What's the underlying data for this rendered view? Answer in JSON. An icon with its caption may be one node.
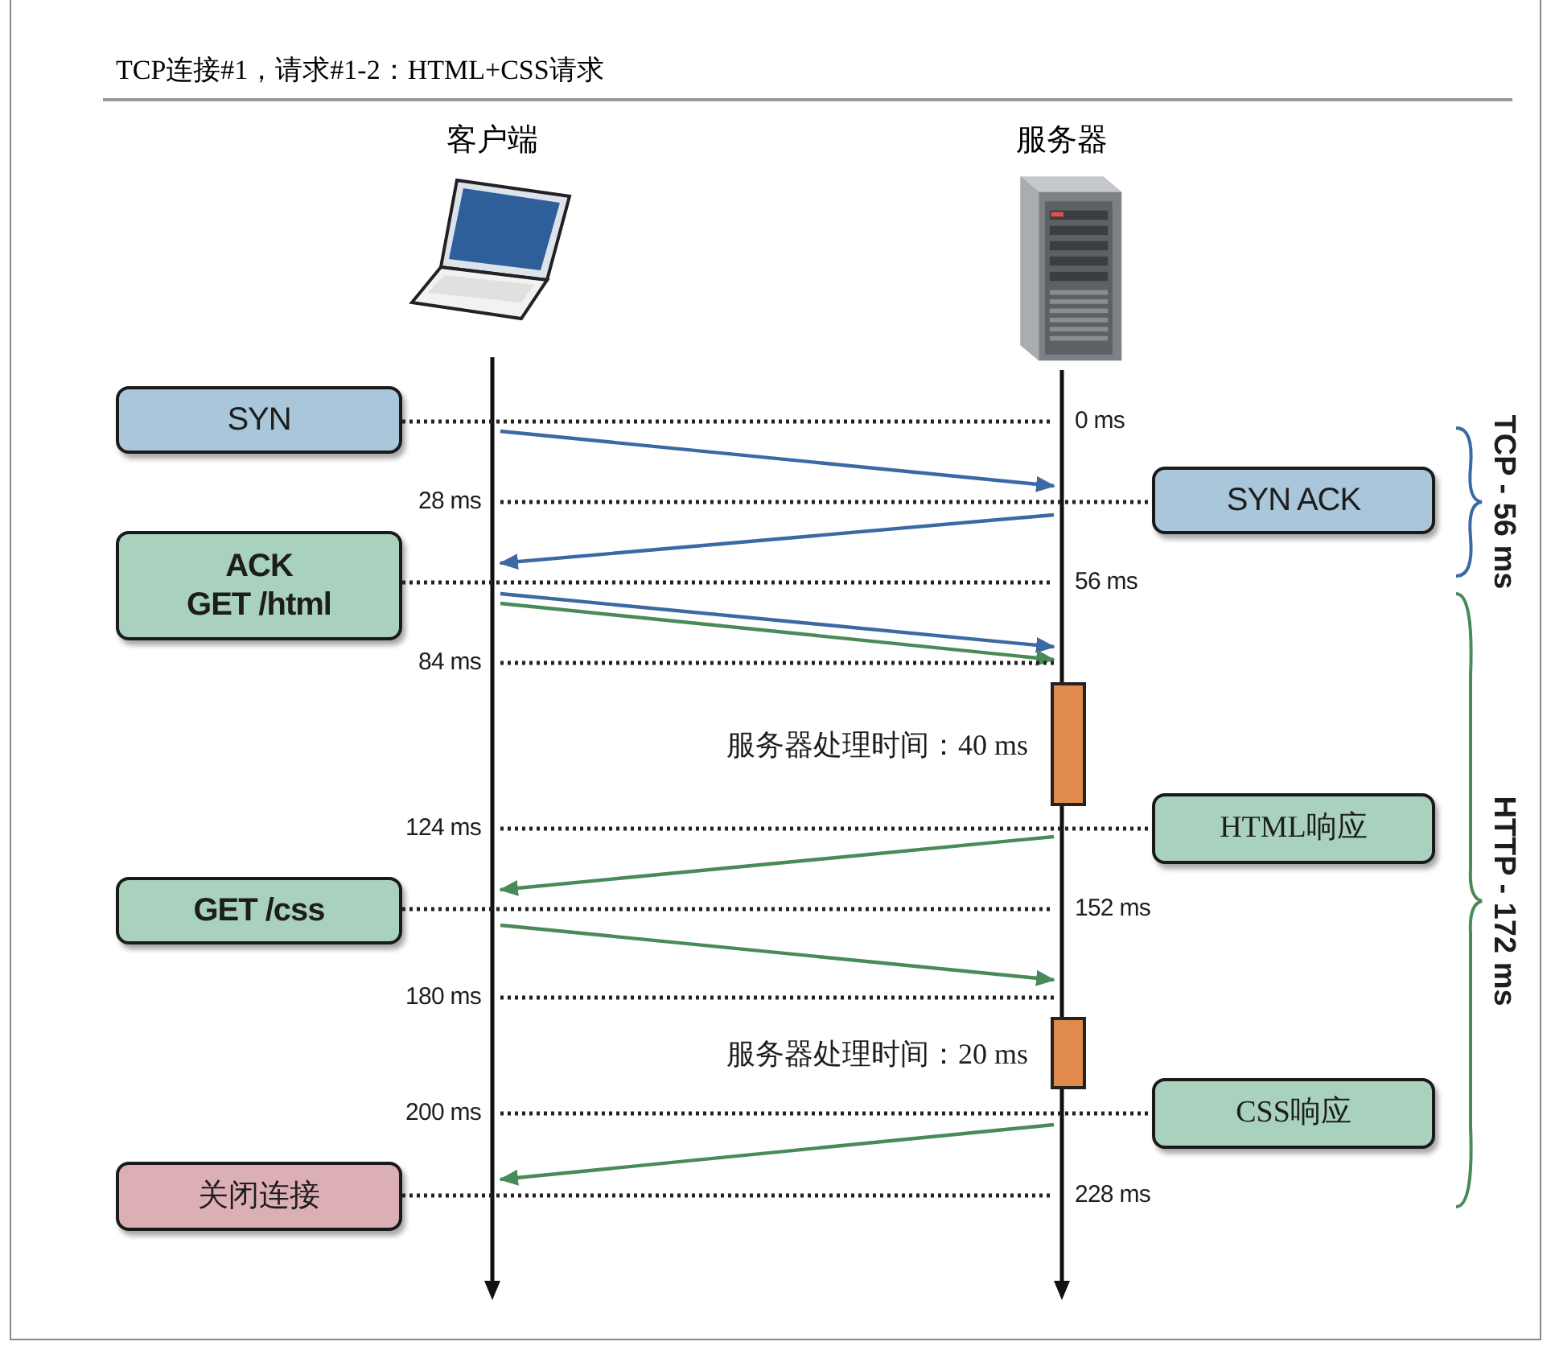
{
  "diagram": {
    "title": "TCP连接#1，请求#1-2：HTML+CSS请求",
    "nodes": [
      {
        "text": [
          "客户端"
        ]
      },
      {
        "text": [
          "服务器"
        ]
      },
      {
        "text": [],
        "shape": "line"
      },
      {
        "text": [],
        "shape": "line"
      },
      {
        "text": [
          "SYN"
        ]
      },
      {
        "text": [
          "SYN ACK"
        ]
      },
      {
        "text": [
          "ACK",
          "GET /html"
        ]
      },
      {
        "text": [],
        "shape": "bar",
        "beside": [
          "服务器处理时间：40 ms"
        ]
      },
      {
        "text": [
          "HTML响应"
        ]
      },
      {
        "text": [
          "GET /css"
        ]
      },
      {
        "text": [],
        "shape": "bar",
        "beside": [
          "服务器处理时间：20 ms"
        ]
      },
      {
        "text": [
          "CSS响应"
        ]
      },
      {
        "text": [
          "关闭连接"
        ]
      }
    ],
    "edges": [
      {
        "from": 2,
        "to": 3,
        "arrow": "to",
        "color": "#3b69a3"
      },
      {
        "from": 3,
        "to": 2,
        "arrow": "to",
        "color": "#3b69a3"
      },
      {
        "from": 2,
        "to": 3,
        "arrow": "to",
        "color": "#3b69a3"
      },
      {
        "from": 2,
        "to": 3,
        "arrow": "to",
        "color": "#4a8a58"
      },
      {
        "from": 3,
        "to": 2,
        "arrow": "to",
        "color": "#4a8a58"
      },
      {
        "from": 2,
        "to": 3,
        "arrow": "to",
        "color": "#4a8a58"
      },
      {
        "from": 3,
        "to": 2,
        "arrow": "to",
        "color": "#4a8a58"
      },
      {
        "from": 4,
        "to": 3,
        "arrow": "none",
        "style": "dashed"
      },
      {
        "from": 2,
        "to": 5,
        "arrow": "none",
        "style": "dashed"
      },
      {
        "from": 6,
        "to": 3,
        "arrow": "none",
        "style": "dashed"
      },
      {
        "from": 2,
        "to": 3,
        "arrow": "none",
        "style": "dashed"
      },
      {
        "from": 2,
        "to": 8,
        "arrow": "none",
        "style": "dashed"
      },
      {
        "from": 9,
        "to": 3,
        "arrow": "none",
        "style": "dashed"
      },
      {
        "from": 2,
        "to": 3,
        "arrow": "none",
        "style": "dashed"
      },
      {
        "from": 2,
        "to": 11,
        "arrow": "none",
        "style": "dashed"
      },
      {
        "from": 12,
        "to": 3,
        "arrow": "none",
        "style": "dashed"
      }
    ],
    "labels": [
      "0 ms",
      "28 ms",
      "56 ms",
      "84 ms",
      "124 ms",
      "152 ms",
      "180 ms",
      "200 ms",
      "228 ms",
      "TCP - 56 ms",
      "HTTP - 172 ms"
    ]
  }
}
